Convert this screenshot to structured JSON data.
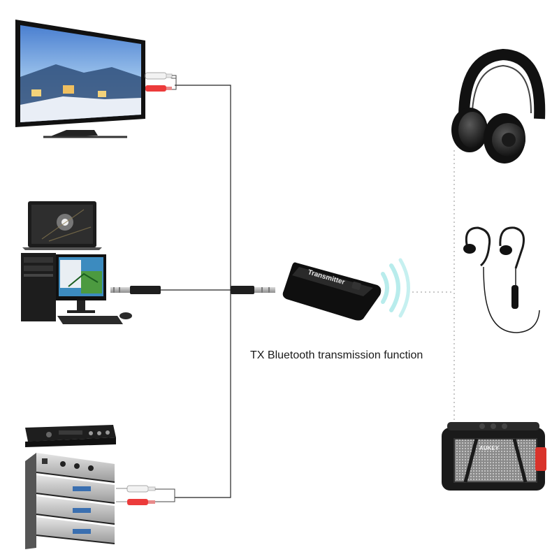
{
  "caption": "TX Bluetooth transmission function",
  "transmitter": {
    "label": "Transmitter"
  },
  "speaker": {
    "brand": "AUKEY"
  },
  "sources": [
    "tv",
    "laptop",
    "desktop-computer",
    "audio-amplifier",
    "audio-rack"
  ],
  "receivers": [
    "headphones",
    "sport-earphones",
    "bluetooth-speaker"
  ],
  "colors": {
    "cable": "#222222",
    "dotted_link": "#b5b5b5",
    "signal_waves": "#b8ecec"
  }
}
